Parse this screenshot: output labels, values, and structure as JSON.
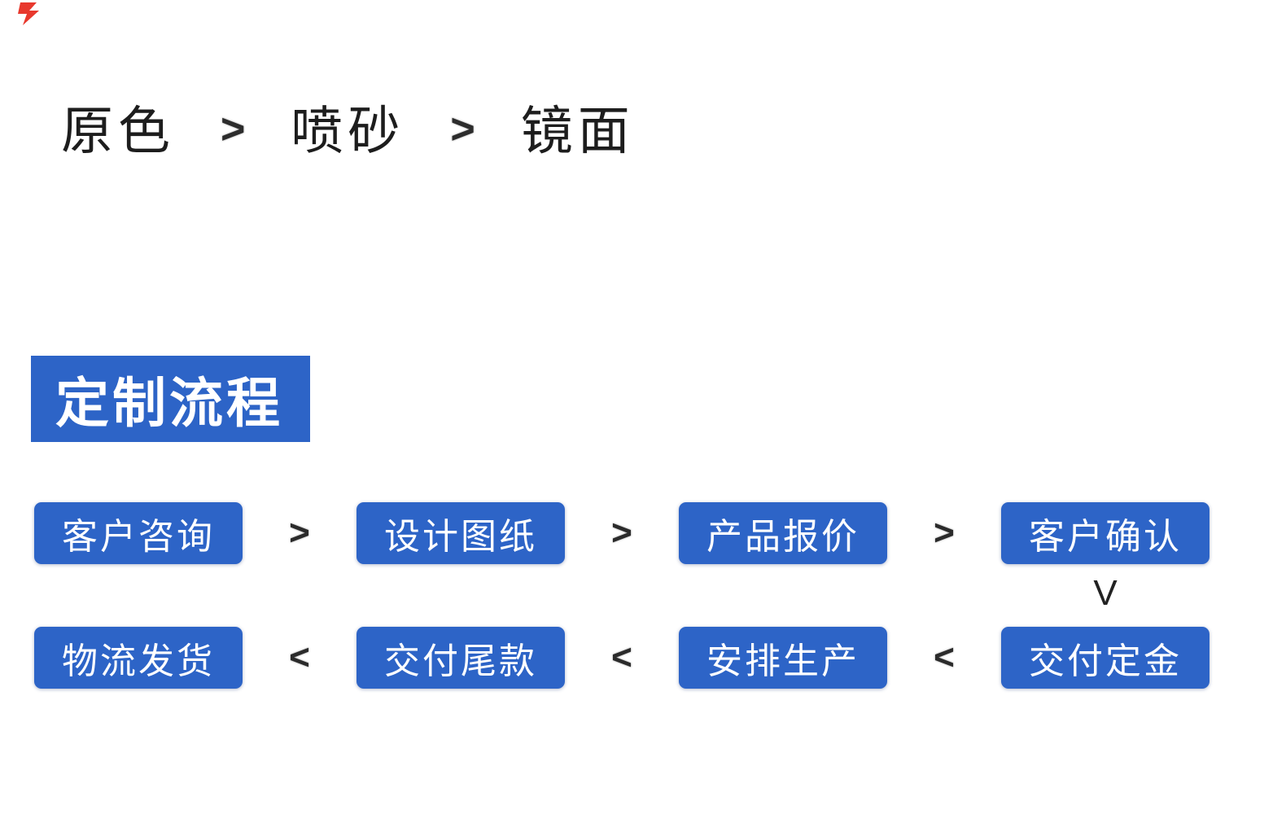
{
  "colors": {
    "brand_blue": "#2d64c7",
    "corner_red": "#e8382d",
    "text_dark": "#1d1d1d",
    "separator_dark": "#2b2b2b",
    "step_text": "#ffffff"
  },
  "corner_mark": {
    "color": "#e8382d"
  },
  "finish_row": {
    "items": [
      "原色",
      "喷砂",
      "镜面"
    ],
    "separator": ">"
  },
  "section_header": {
    "label": "定制流程"
  },
  "process_flow": {
    "row1": {
      "steps": [
        "客户咨询",
        "设计图纸",
        "产品报价",
        "客户确认"
      ],
      "separator": ">"
    },
    "connector": "V",
    "row2": {
      "steps": [
        "物流发货",
        "交付尾款",
        "安排生产",
        "交付定金"
      ],
      "separator": "<"
    }
  }
}
